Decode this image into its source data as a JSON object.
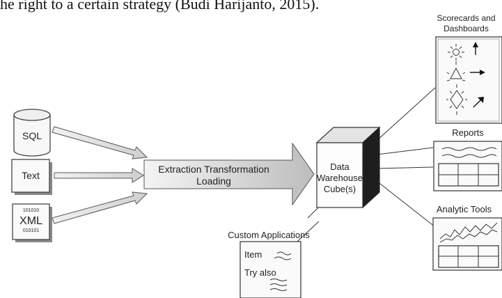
{
  "page_text": "he right to a certain strategy (Budi Harijanto, 2015).",
  "sources": {
    "sql": "SQL",
    "text": "Text",
    "xml_bits_top": "101010",
    "xml": "XML",
    "xml_bits_bottom": "010101"
  },
  "etl": {
    "line1": "Extraction Transformation",
    "line2": "Loading"
  },
  "warehouse": {
    "line1": "Data",
    "line2": "Warehouse",
    "line3": "Cube(s)"
  },
  "outputs": {
    "scorecards_line1": "Scorecards and",
    "scorecards_line2": "Dashboards",
    "reports": "Reports",
    "analytic": "Analytic Tools"
  },
  "custom": {
    "title": "Custom Applications",
    "item": "Item",
    "try_also": "Try also"
  }
}
